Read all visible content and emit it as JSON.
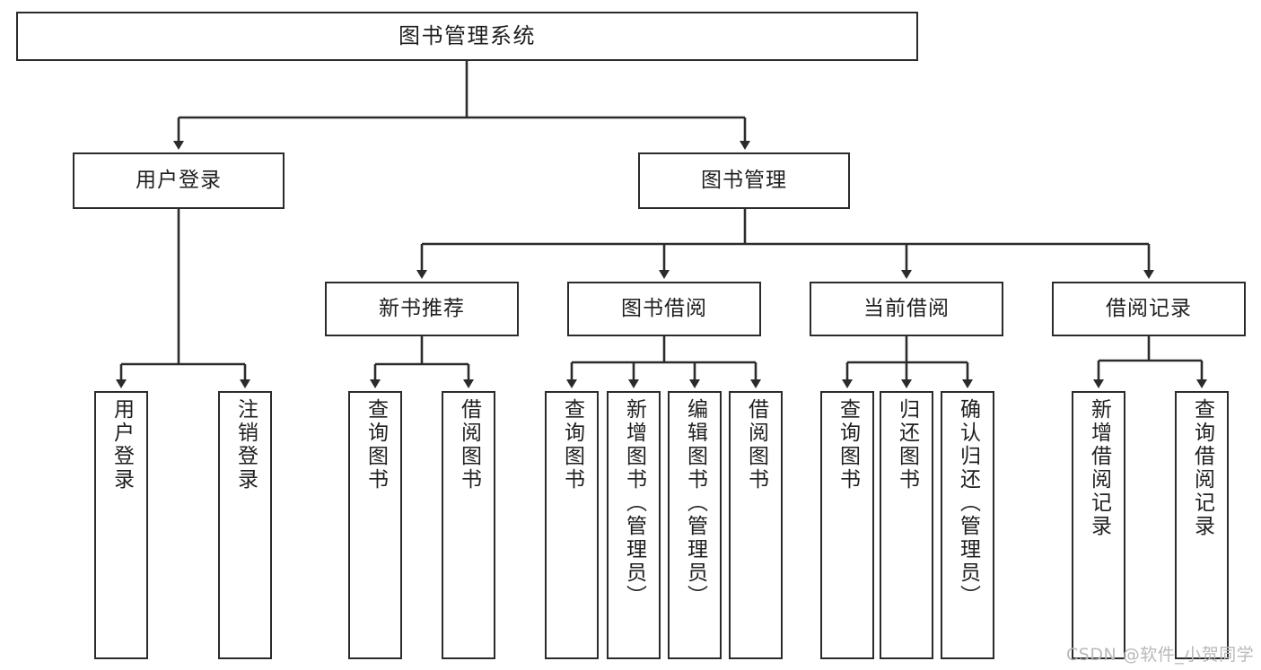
{
  "diagram": {
    "title": "图书管理系统",
    "watermark": "CSDN @软件_小贺同学",
    "colors": {
      "border": "#2b2b2b",
      "text": "#1f1f1f",
      "background": "#ffffff",
      "watermark": "#b9b9b9"
    },
    "nodes": {
      "root": {
        "label": "图书管理系统"
      },
      "level2": [
        {
          "label": "用户登录"
        },
        {
          "label": "图书管理"
        }
      ],
      "level3": [
        {
          "label": "新书推荐"
        },
        {
          "label": "图书借阅"
        },
        {
          "label": "当前借阅"
        },
        {
          "label": "借阅记录"
        }
      ],
      "leaves": {
        "user_login": [
          {
            "label": "用户登录"
          },
          {
            "label": "注销登录"
          }
        ],
        "new_book_recommend": [
          {
            "label": "查询图书"
          },
          {
            "label": "借阅图书"
          }
        ],
        "book_borrow": [
          {
            "label": "查询图书"
          },
          {
            "label": "新增图书（管理员）"
          },
          {
            "label": "编辑图书（管理员）"
          },
          {
            "label": "借阅图书"
          }
        ],
        "current_borrow": [
          {
            "label": "查询图书"
          },
          {
            "label": "归还图书"
          },
          {
            "label": "确认归还（管理员）"
          }
        ],
        "borrow_record": [
          {
            "label": "新增借阅记录"
          },
          {
            "label": "查询借阅记录"
          }
        ]
      }
    }
  }
}
